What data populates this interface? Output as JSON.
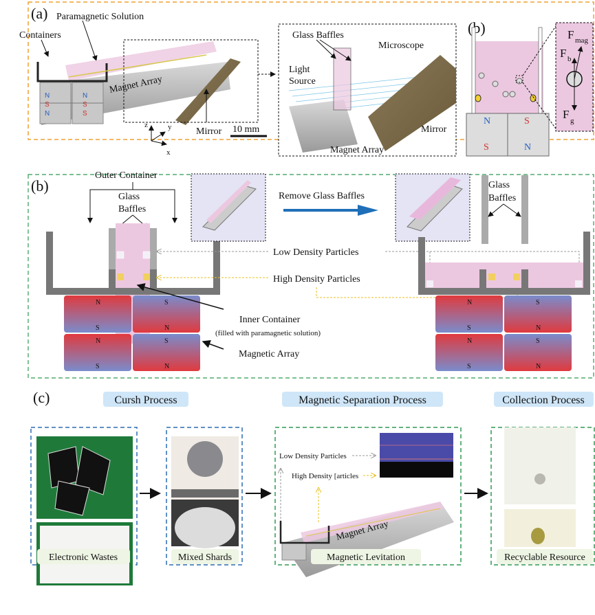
{
  "panel_a": {
    "label": "(a)",
    "paramagnetic_solution": "Paramagnetic Solution",
    "containers": "Containers",
    "magnet_array": "Magnet Array",
    "mirror": "Mirror",
    "scale_bar": "10 mm",
    "axes": {
      "z": "z",
      "y": "y",
      "x": "x"
    },
    "inset": {
      "glass_baffles": "Glass Baffles",
      "microscope": "Microscope",
      "light_source_1": "Light",
      "light_source_2": "Source",
      "mirror": "Mirror",
      "magnet_array": "Magnet Array"
    },
    "pole_n": "N",
    "pole_s": "S"
  },
  "panel_a_force": {
    "label": "(b)",
    "f_mag": "F",
    "f_mag_sub": "mag",
    "f_b": "F",
    "f_b_sub": "b",
    "f_g": "F",
    "f_g_sub": "g",
    "pole_n": "N",
    "pole_s": "S"
  },
  "panel_b": {
    "label": "(b)",
    "outer_container": "Outer Container",
    "glass_baffles_1": "Glass",
    "glass_baffles_2": "Baffles",
    "remove_glass_baffles": "Remove Glass Baffles",
    "low_density": "Low Density Particles",
    "high_density": "High Density Particles",
    "inner_container": "Inner Container",
    "inner_container_note": "(filled with paramagnetic solution)",
    "magnetic_array": "Magnetic Array",
    "pole_n": "N",
    "pole_s": "S"
  },
  "panel_c": {
    "label": "(c)",
    "headers": [
      "Cursh Process",
      "Magnetic Separation Process",
      "Collection Process"
    ],
    "captions": [
      "Electronic Wastes",
      "Mixed Shards",
      "Magnetic Levitation",
      "Recyclable Resource"
    ],
    "low_density": "Low Density Particles",
    "high_density": "High Density [articles",
    "magnet_array": "Magnet Array"
  },
  "colors": {
    "orange_border": "#f0a030",
    "green_border": "#2e9a52",
    "blue_border": "#2b6cb0",
    "solution_pink": "#ecc8e0",
    "arrow_blue": "#1f6fb8",
    "header_bg": "#cfe6f8",
    "caption_bg": "#eef5e4"
  }
}
